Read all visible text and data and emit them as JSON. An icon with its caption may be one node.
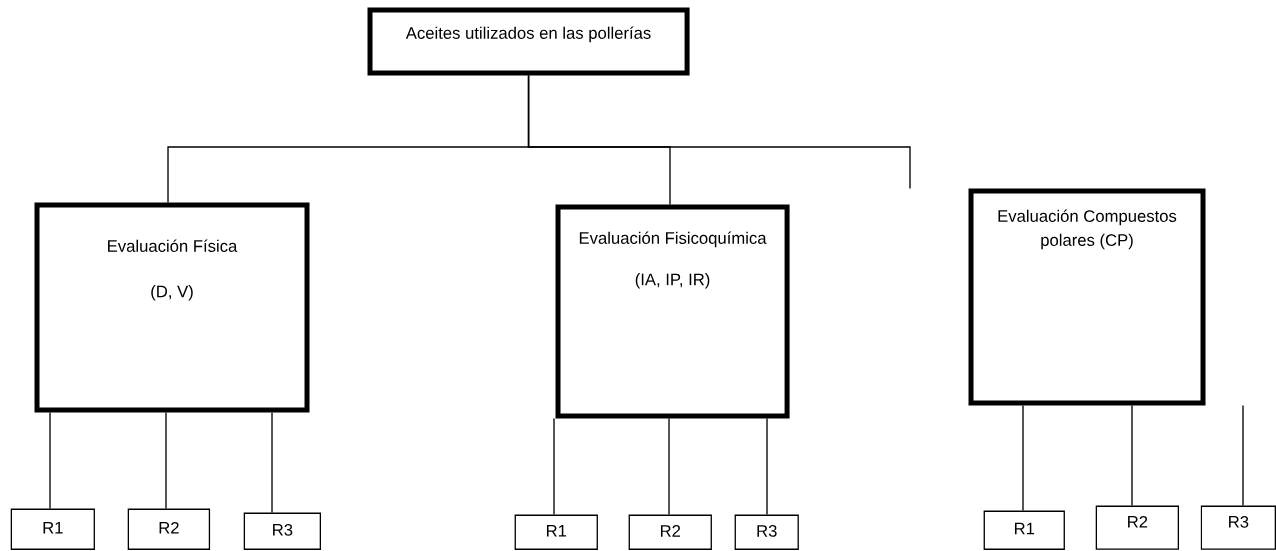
{
  "diagram": {
    "nodes": [
      {
        "text": [
          "Aceites utilizados en las pollerías"
        ]
      },
      {
        "text": [
          "Evaluación Física",
          "(D, V)"
        ]
      },
      {
        "text": [
          "Evaluación Fisicoquímica",
          "(IA, IP, IR)"
        ]
      },
      {
        "text": [
          "Evaluación Compuestos polares (CP)"
        ]
      },
      {
        "text": [
          "R1"
        ]
      },
      {
        "text": [
          "R2"
        ]
      },
      {
        "text": [
          "R3"
        ]
      },
      {
        "text": [
          "R1"
        ]
      },
      {
        "text": [
          "R2"
        ]
      },
      {
        "text": [
          "R3"
        ]
      },
      {
        "text": [
          "R1"
        ]
      },
      {
        "text": [
          "R2"
        ]
      },
      {
        "text": [
          "R3"
        ]
      }
    ],
    "edges": [
      {
        "from": 0,
        "to": 1,
        "arrow": "none"
      },
      {
        "from": 0,
        "to": 2,
        "arrow": "none"
      },
      {
        "from": 0,
        "to": 3,
        "arrow": "none"
      },
      {
        "from": 1,
        "to": 4,
        "arrow": "none"
      },
      {
        "from": 1,
        "to": 5,
        "arrow": "none"
      },
      {
        "from": 1,
        "to": 6,
        "arrow": "none"
      },
      {
        "from": 2,
        "to": 7,
        "arrow": "none"
      },
      {
        "from": 2,
        "to": 8,
        "arrow": "none"
      },
      {
        "from": 2,
        "to": 9,
        "arrow": "none"
      },
      {
        "from": 3,
        "to": 10,
        "arrow": "none"
      },
      {
        "from": 3,
        "to": 11,
        "arrow": "none"
      },
      {
        "from": 3,
        "to": 12,
        "arrow": "none"
      }
    ]
  }
}
